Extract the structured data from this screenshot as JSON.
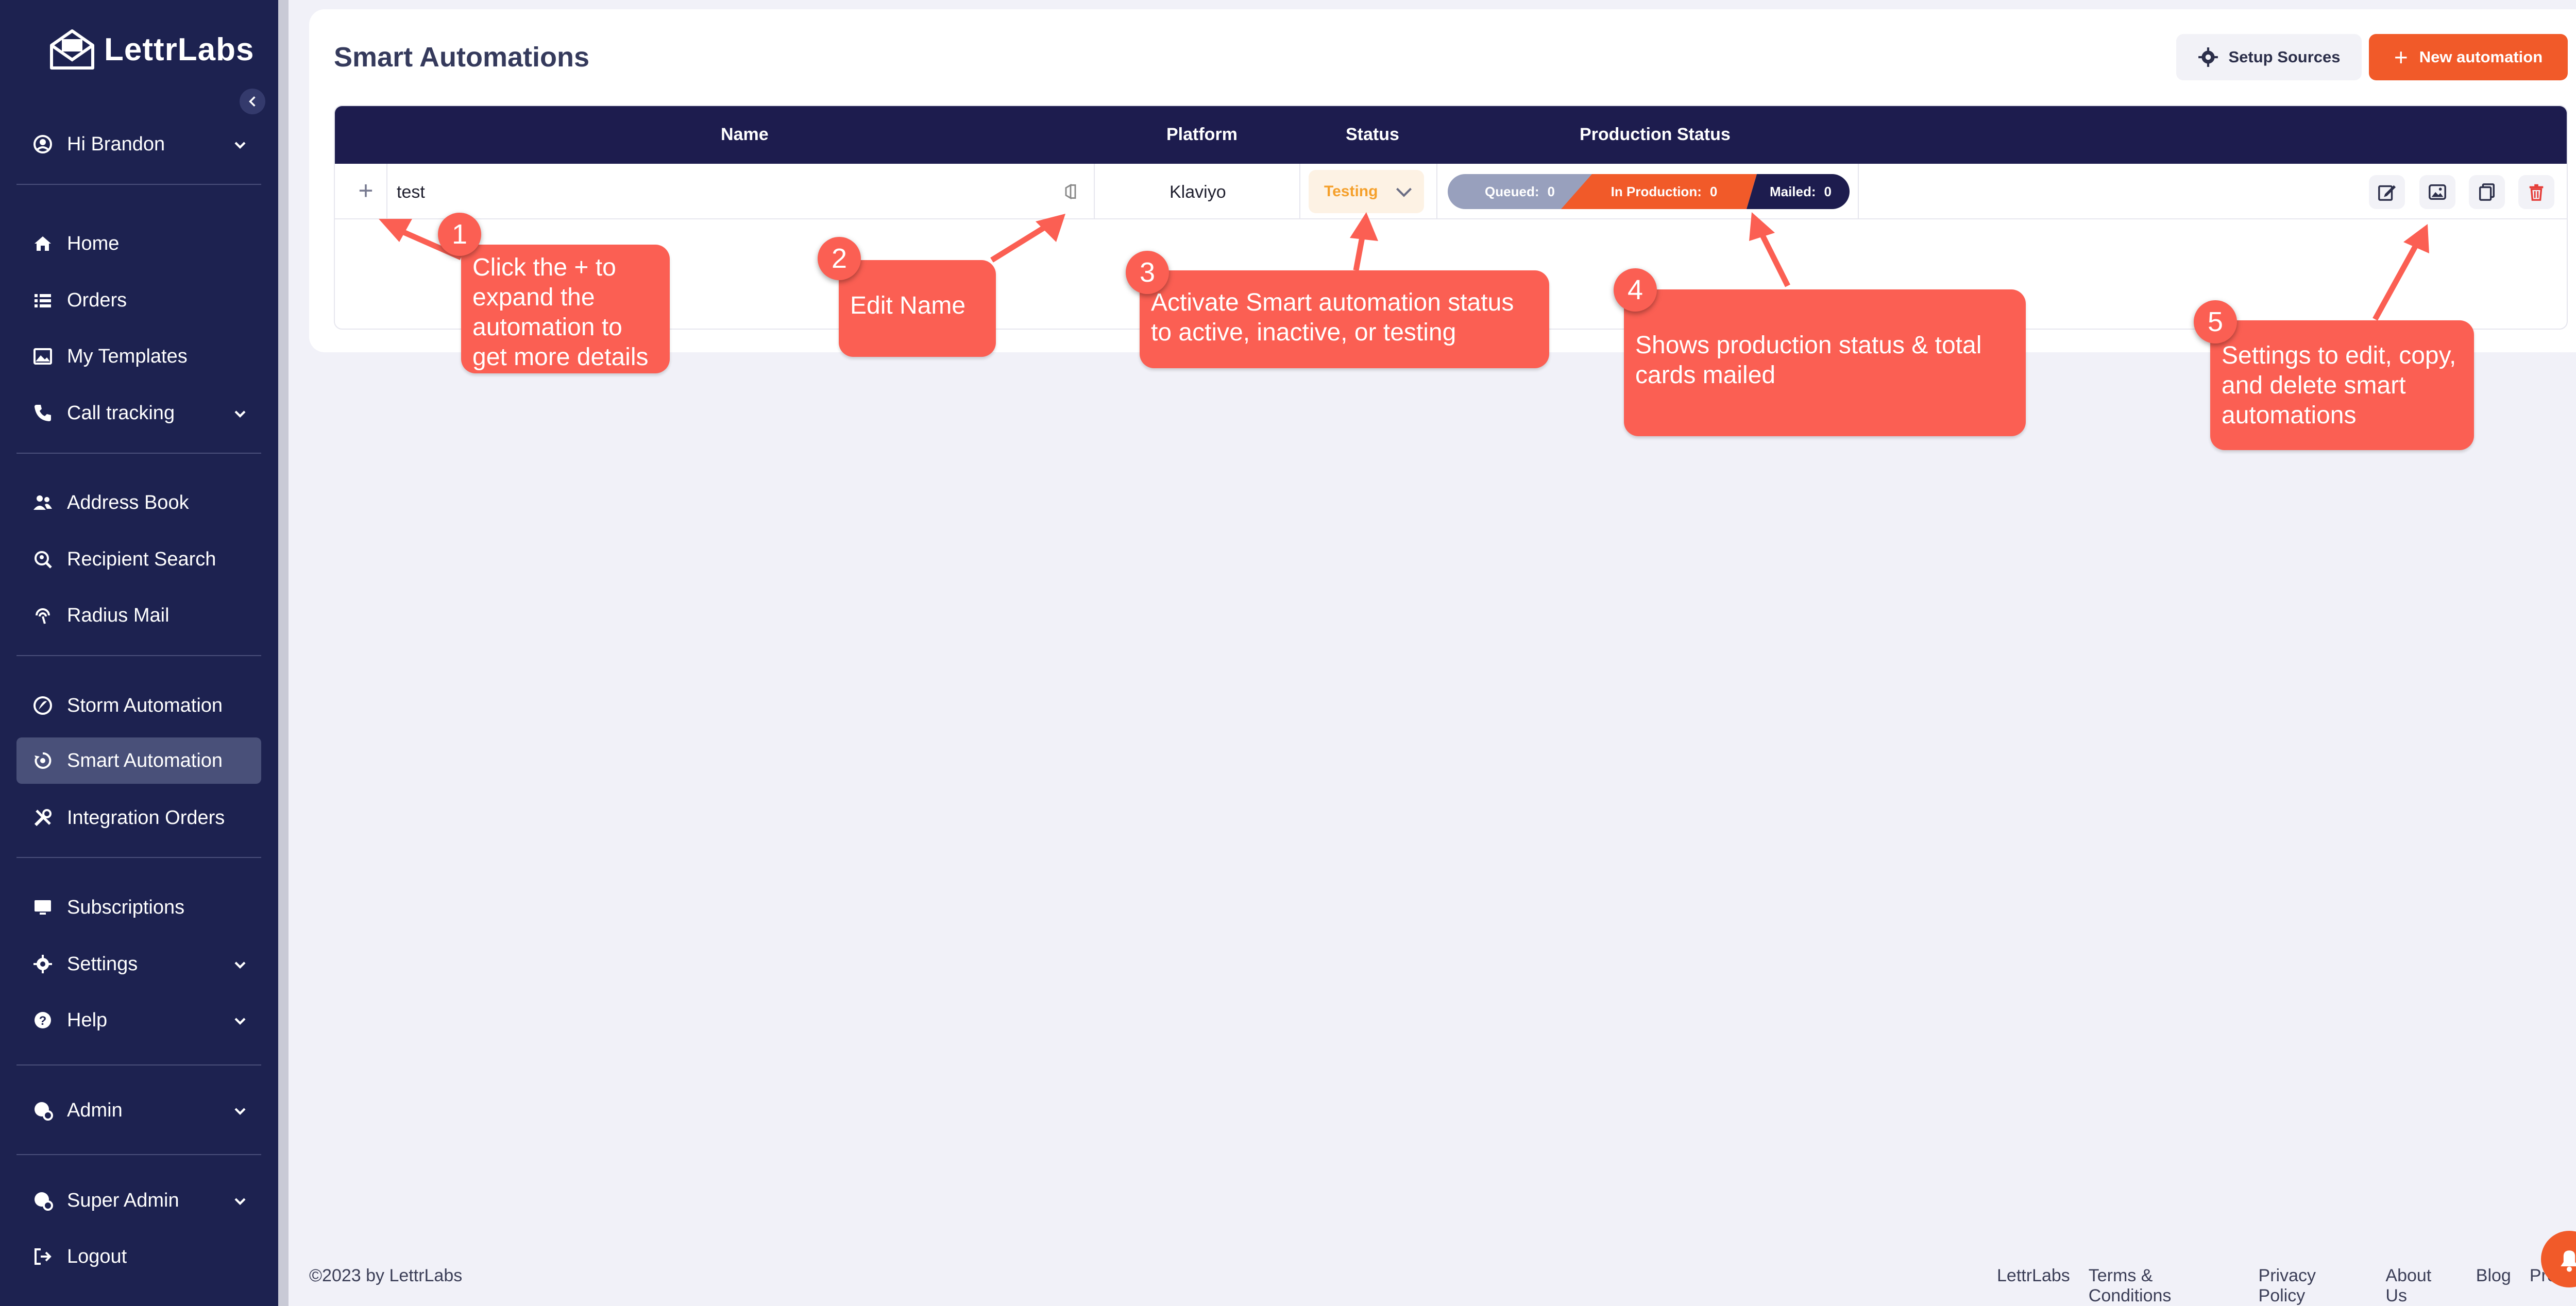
{
  "app": {
    "logo_text": "LettrLabs",
    "brand_colors": {
      "sidebar": "#1d2250",
      "accent": "#f15a29",
      "header": "#1d1c4e",
      "callout": "#fb5f53"
    }
  },
  "sidebar": {
    "user": "Hi Brandon",
    "items": [
      {
        "label": "Home",
        "icon": "home-icon"
      },
      {
        "label": "Orders",
        "icon": "list-icon"
      },
      {
        "label": "My Templates",
        "icon": "image-icon"
      },
      {
        "label": "Call tracking",
        "icon": "phone-icon"
      },
      {
        "label": "Address Book",
        "icon": "users-icon"
      },
      {
        "label": "Recipient Search",
        "icon": "search-location-icon"
      },
      {
        "label": "Radius Mail",
        "icon": "radius-icon"
      },
      {
        "label": "Storm Automation",
        "icon": "storm-icon"
      },
      {
        "label": "Smart Automation",
        "icon": "smart-automation-icon"
      },
      {
        "label": "Integration Orders",
        "icon": "tools-icon"
      },
      {
        "label": "Subscriptions",
        "icon": "monitor-icon"
      },
      {
        "label": "Settings",
        "icon": "gear-icon"
      },
      {
        "label": "Help",
        "icon": "help-icon"
      },
      {
        "label": "Admin",
        "icon": "admin-icon"
      },
      {
        "label": "Super Admin",
        "icon": "super-admin-icon"
      },
      {
        "label": "Logout",
        "icon": "logout-icon"
      }
    ]
  },
  "page": {
    "title": "Smart Automations",
    "setup_sources_label": "Setup Sources",
    "new_automation_label": "New automation"
  },
  "table": {
    "headers": {
      "name": "Name",
      "platform": "Platform",
      "status": "Status",
      "production_status": "Production Status"
    },
    "rows": [
      {
        "expand": "+",
        "name": "test",
        "platform": "Klaviyo",
        "status": "Testing",
        "queued_label": "Queued:",
        "queued_value": "0",
        "in_production_label": "In Production:",
        "in_production_value": "0",
        "mailed_label": "Mailed:",
        "mailed_value": "0"
      }
    ]
  },
  "annotations": [
    {
      "number": "1",
      "text": "Click the + to expand the automation to get more details"
    },
    {
      "number": "2",
      "text": "Edit Name"
    },
    {
      "number": "3",
      "text": "Activate Smart automation status to active, inactive, or testing"
    },
    {
      "number": "4",
      "text": "Shows production status & total cards mailed"
    },
    {
      "number": "5",
      "text": "Settings to edit, copy, and delete smart automations"
    }
  ],
  "footer": {
    "copyright": "©2023 by LettrLabs",
    "links": [
      "LettrLabs",
      "Terms & Conditions",
      "Privacy Policy",
      "About Us",
      "Blog",
      "Products"
    ]
  }
}
